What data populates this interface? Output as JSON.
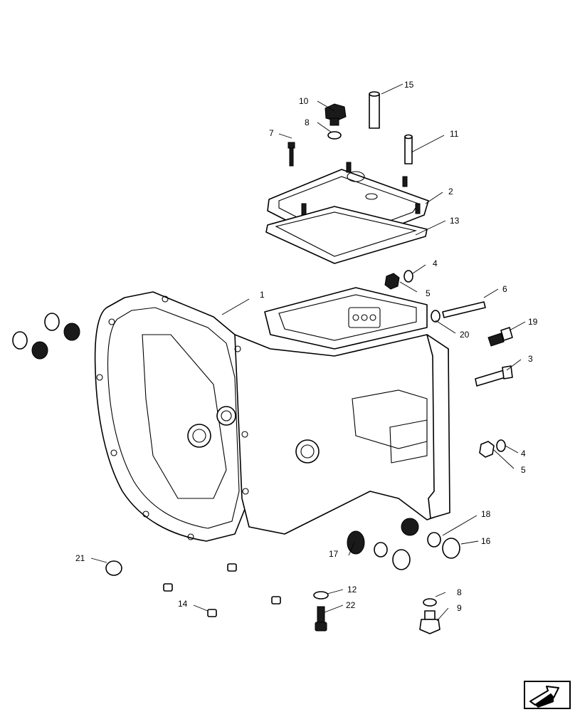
{
  "callouts": [
    {
      "id": "c1",
      "label": "1"
    },
    {
      "id": "c2",
      "label": "2"
    },
    {
      "id": "c3",
      "label": "3"
    },
    {
      "id": "c4a",
      "label": "4"
    },
    {
      "id": "c4b",
      "label": "4"
    },
    {
      "id": "c5a",
      "label": "5"
    },
    {
      "id": "c5b",
      "label": "5"
    },
    {
      "id": "c6",
      "label": "6"
    },
    {
      "id": "c7",
      "label": "7"
    },
    {
      "id": "c8a",
      "label": "8"
    },
    {
      "id": "c8b",
      "label": "8"
    },
    {
      "id": "c9",
      "label": "9"
    },
    {
      "id": "c10",
      "label": "10"
    },
    {
      "id": "c11",
      "label": "11"
    },
    {
      "id": "c12",
      "label": "12"
    },
    {
      "id": "c13",
      "label": "13"
    },
    {
      "id": "c14",
      "label": "14"
    },
    {
      "id": "c15",
      "label": "15"
    },
    {
      "id": "c16",
      "label": "16"
    },
    {
      "id": "c17",
      "label": "17"
    },
    {
      "id": "c18",
      "label": "18"
    },
    {
      "id": "c19",
      "label": "19"
    },
    {
      "id": "c20",
      "label": "20"
    },
    {
      "id": "c21",
      "label": "21"
    },
    {
      "id": "c22",
      "label": "22"
    }
  ],
  "nav": {
    "icon": "arrow-icon"
  }
}
